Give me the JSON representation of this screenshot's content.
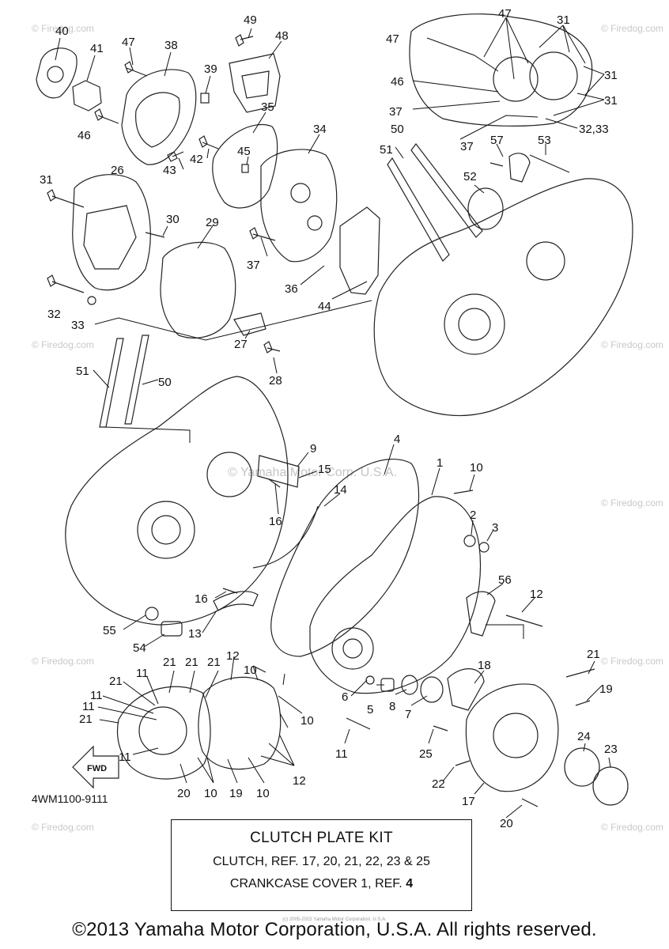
{
  "diagram": {
    "code": "4WM1100-9111",
    "fwd_label": "FWD",
    "watermark_site": "© Firedog.com",
    "watermark_center": "© Yamaha Motor Corp. U.S.A.",
    "tiny_copyright": "(c) 2005-2015 Yamaha Motor Corporation, U.S.A.",
    "callouts": [
      {
        "id": "c40",
        "text": "40"
      },
      {
        "id": "c41",
        "text": "41"
      },
      {
        "id": "c47a",
        "text": "47"
      },
      {
        "id": "c38",
        "text": "38"
      },
      {
        "id": "c39",
        "text": "39"
      },
      {
        "id": "c49",
        "text": "49"
      },
      {
        "id": "c48",
        "text": "48"
      },
      {
        "id": "c46a",
        "text": "46"
      },
      {
        "id": "c35",
        "text": "35"
      },
      {
        "id": "c43",
        "text": "43"
      },
      {
        "id": "c42",
        "text": "42"
      },
      {
        "id": "c45",
        "text": "45"
      },
      {
        "id": "c34",
        "text": "34"
      },
      {
        "id": "c47b",
        "text": "47"
      },
      {
        "id": "c47c",
        "text": "47"
      },
      {
        "id": "c31a",
        "text": "31"
      },
      {
        "id": "c31b",
        "text": "31"
      },
      {
        "id": "c31c",
        "text": "31"
      },
      {
        "id": "c46b",
        "text": "46"
      },
      {
        "id": "c37a",
        "text": "37"
      },
      {
        "id": "c37b",
        "text": "37"
      },
      {
        "id": "c3233",
        "text": "32,33"
      },
      {
        "id": "c50a",
        "text": "50"
      },
      {
        "id": "c51a",
        "text": "51"
      },
      {
        "id": "c57",
        "text": "57"
      },
      {
        "id": "c53",
        "text": "53"
      },
      {
        "id": "c52",
        "text": "52"
      },
      {
        "id": "c31d",
        "text": "31"
      },
      {
        "id": "c26",
        "text": "26"
      },
      {
        "id": "c30",
        "text": "30"
      },
      {
        "id": "c29",
        "text": "29"
      },
      {
        "id": "c37c",
        "text": "37"
      },
      {
        "id": "c36",
        "text": "36"
      },
      {
        "id": "c44",
        "text": "44"
      },
      {
        "id": "c32",
        "text": "32"
      },
      {
        "id": "c33",
        "text": "33"
      },
      {
        "id": "c27",
        "text": "27"
      },
      {
        "id": "c28",
        "text": "28"
      },
      {
        "id": "c51b",
        "text": "51"
      },
      {
        "id": "c50b",
        "text": "50"
      },
      {
        "id": "c9",
        "text": "9"
      },
      {
        "id": "c15",
        "text": "15"
      },
      {
        "id": "c4",
        "text": "4"
      },
      {
        "id": "c1",
        "text": "1"
      },
      {
        "id": "c10a",
        "text": "10"
      },
      {
        "id": "c14",
        "text": "14"
      },
      {
        "id": "c16a",
        "text": "16"
      },
      {
        "id": "c2",
        "text": "2"
      },
      {
        "id": "c3",
        "text": "3"
      },
      {
        "id": "c56",
        "text": "56"
      },
      {
        "id": "c12a",
        "text": "12"
      },
      {
        "id": "c16b",
        "text": "16"
      },
      {
        "id": "c55",
        "text": "55"
      },
      {
        "id": "c13",
        "text": "13"
      },
      {
        "id": "c54",
        "text": "54"
      },
      {
        "id": "c18",
        "text": "18"
      },
      {
        "id": "c10b",
        "text": "10"
      },
      {
        "id": "c12b",
        "text": "12"
      },
      {
        "id": "c21a",
        "text": "21"
      },
      {
        "id": "c11a",
        "text": "11"
      },
      {
        "id": "c21b",
        "text": "21"
      },
      {
        "id": "c21c",
        "text": "21"
      },
      {
        "id": "c21d",
        "text": "21"
      },
      {
        "id": "c11b",
        "text": "11"
      },
      {
        "id": "c11c",
        "text": "11"
      },
      {
        "id": "c21e",
        "text": "21"
      },
      {
        "id": "c6",
        "text": "6"
      },
      {
        "id": "c5",
        "text": "5"
      },
      {
        "id": "c8",
        "text": "8"
      },
      {
        "id": "c7",
        "text": "7"
      },
      {
        "id": "c10c",
        "text": "10"
      },
      {
        "id": "c21f",
        "text": "21"
      },
      {
        "id": "c19a",
        "text": "19"
      },
      {
        "id": "c11d",
        "text": "11"
      },
      {
        "id": "c25",
        "text": "25"
      },
      {
        "id": "c11e",
        "text": "11"
      },
      {
        "id": "c24",
        "text": "24"
      },
      {
        "id": "c23",
        "text": "23"
      },
      {
        "id": "c12c",
        "text": "12"
      },
      {
        "id": "c22",
        "text": "22"
      },
      {
        "id": "c20a",
        "text": "20"
      },
      {
        "id": "c10d",
        "text": "10"
      },
      {
        "id": "c19b",
        "text": "19"
      },
      {
        "id": "c10e",
        "text": "10"
      },
      {
        "id": "c17",
        "text": "17"
      },
      {
        "id": "c20b",
        "text": "20"
      }
    ]
  },
  "kit": {
    "title": "CLUTCH PLATE KIT",
    "line1": "CLUTCH, REF. 17, 20, 21, 22, 23 & 25",
    "line2_prefix": "CRANKCASE COVER 1, REF. ",
    "line2_ref": "4"
  },
  "footer": {
    "copyright": "©2013 Yamaha Motor Corporation, U.S.A. All rights reserved."
  }
}
